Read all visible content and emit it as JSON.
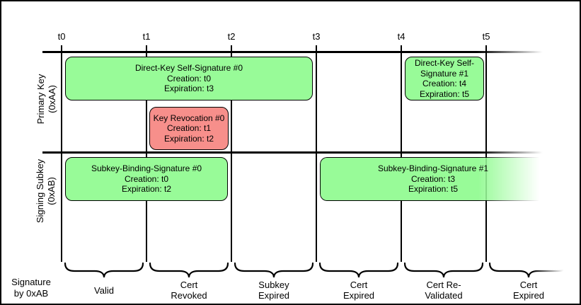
{
  "timeline": {
    "tick_labels": [
      "t0",
      "t1",
      "t2",
      "t3",
      "t4",
      "t5"
    ]
  },
  "rows": [
    {
      "label": "Primary Key\n(0xAA)"
    },
    {
      "label": "Signing Subkey\n(0xAB)"
    }
  ],
  "signatures": [
    {
      "title": "Direct-Key Self-Signature #0",
      "creation": "Creation: t0",
      "expiration": "Expiration: t3",
      "status": "valid"
    },
    {
      "title": "Key Revocation #0",
      "creation": "Creation: t1",
      "expiration": "Expiration: t2",
      "status": "revocation"
    },
    {
      "title": "Direct-Key Self-Signature #1",
      "creation": "Creation: t4",
      "expiration": "Expiration: t5",
      "status": "valid"
    },
    {
      "title": "Subkey-Binding-Signature #0",
      "creation": "Creation: t0",
      "expiration": "Expiration: t2",
      "status": "valid"
    },
    {
      "title": "Subkey-Binding-Signature #1",
      "creation": "Creation: t3",
      "expiration": "Expiration: t5",
      "status": "valid"
    }
  ],
  "footer": {
    "axis_label": "Signature\nby 0xAB",
    "periods": [
      "Valid",
      "Cert\nRevoked",
      "Subkey\nExpired",
      "Cert\nExpired",
      "Cert Re-\nValidated",
      "Cert\nExpired"
    ]
  },
  "colors": {
    "valid_fill": "#98FB98",
    "revocation_fill": "#F78F8B",
    "line": "#000000",
    "background": "#FFFFFF"
  }
}
